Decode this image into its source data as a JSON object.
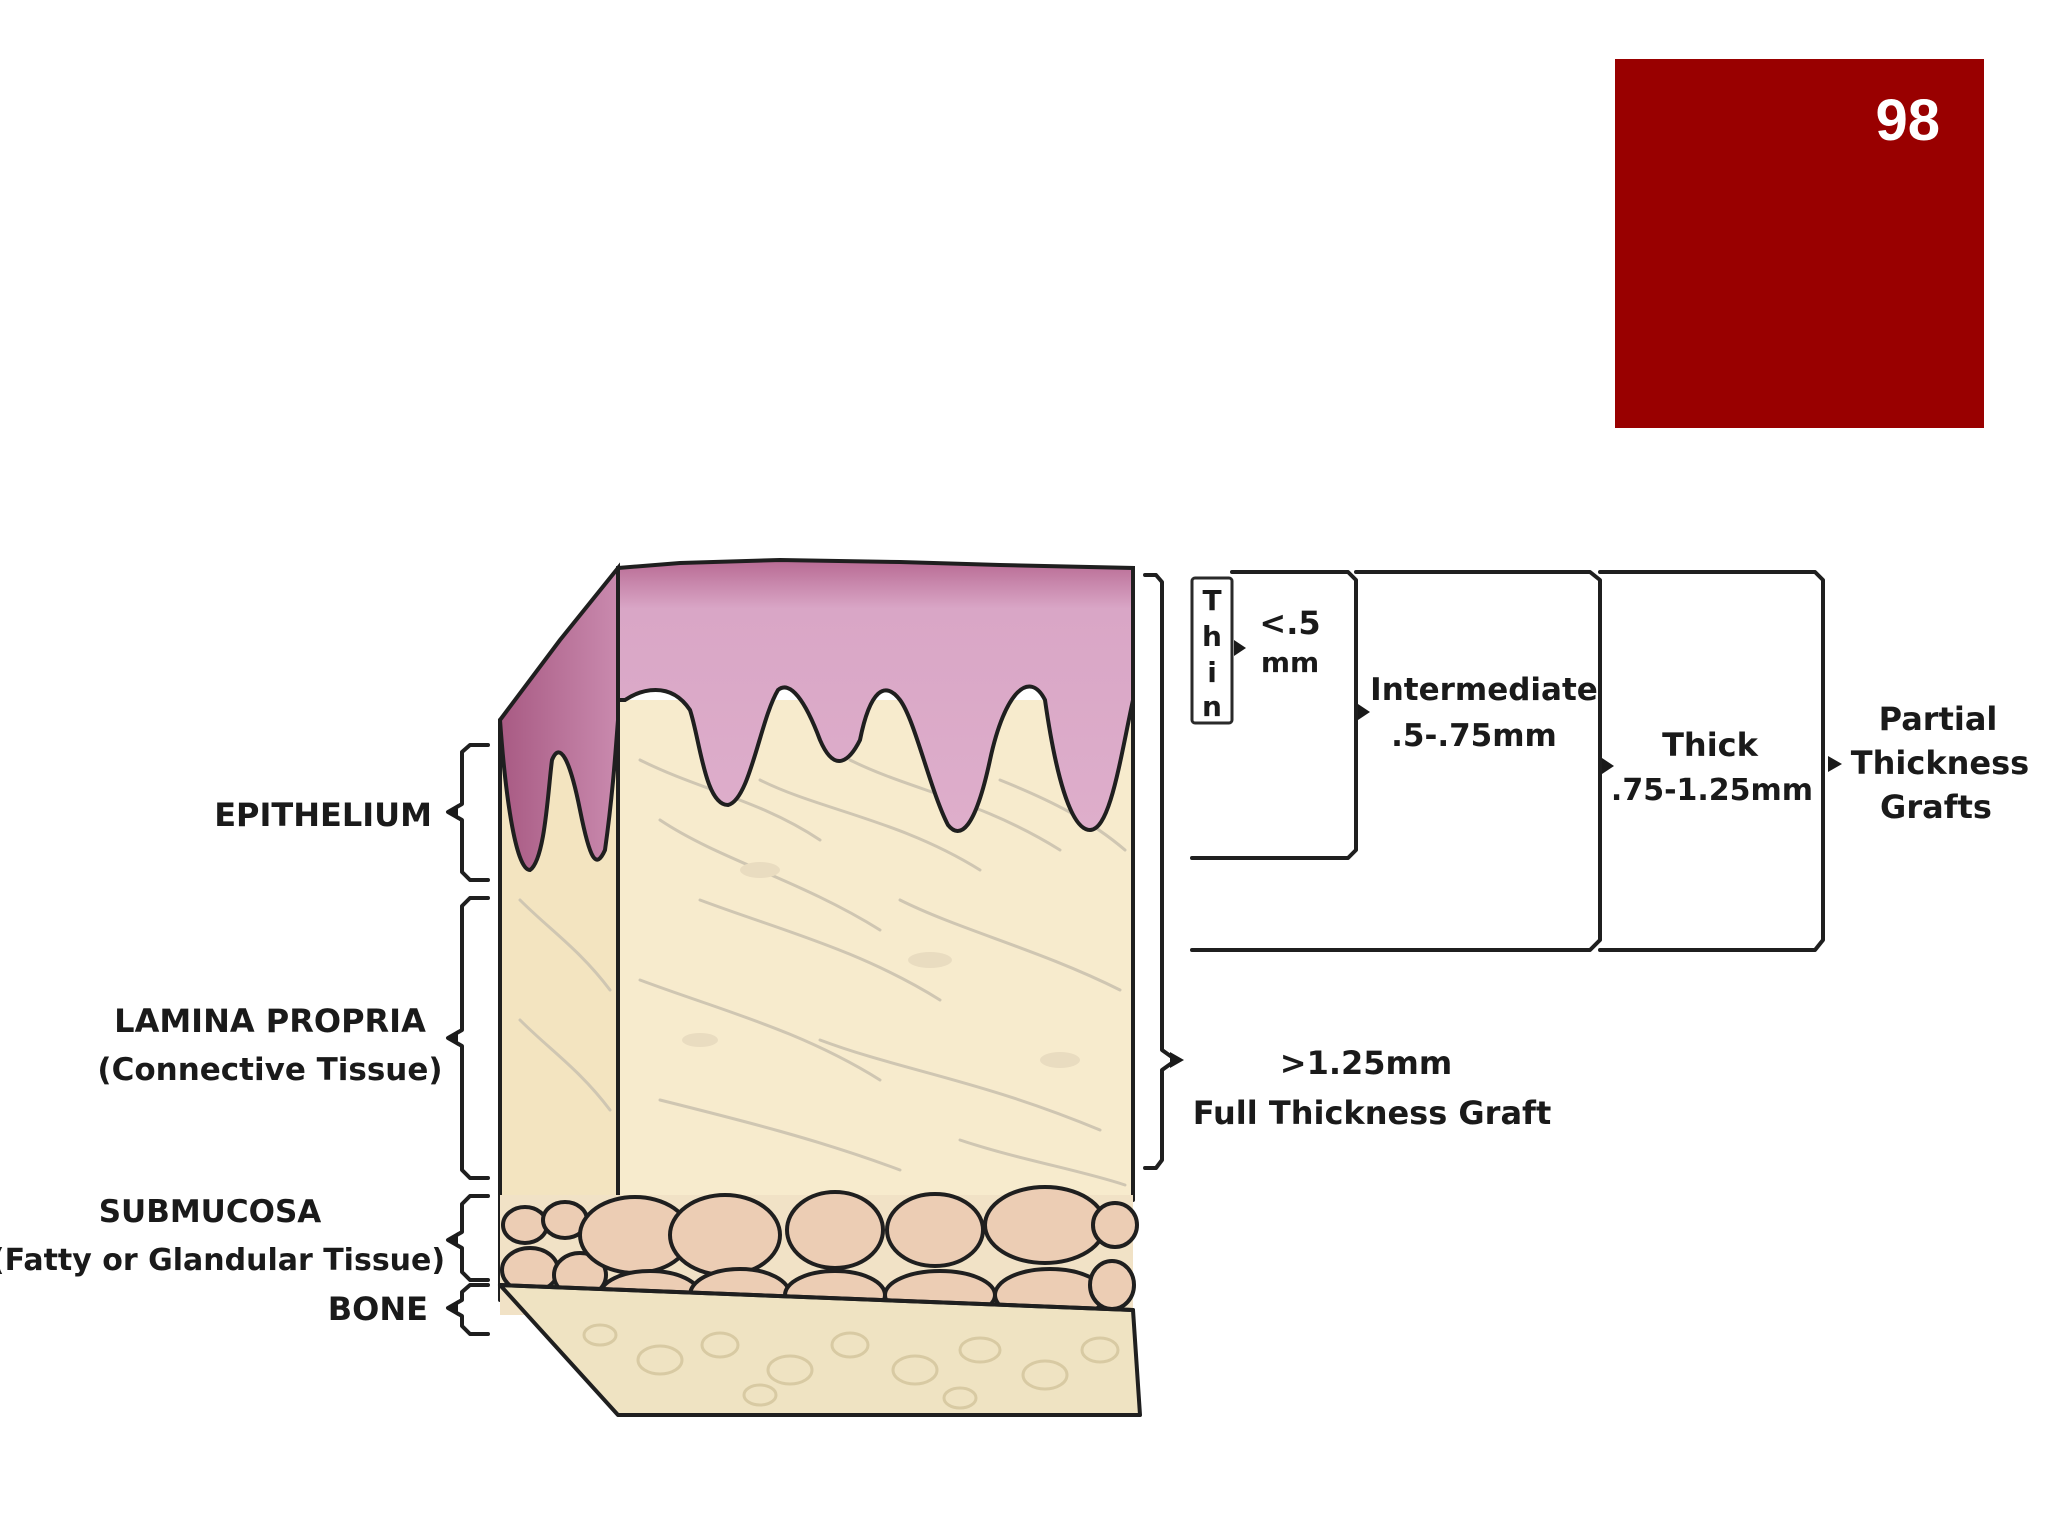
{
  "slide": {
    "number": "98",
    "accent_color": "#990000"
  },
  "diagram": {
    "tissue_labels": {
      "epithelium": "EPITHELIUM",
      "lamina_propria": "LAMINA PROPRIA",
      "lamina_propria_sub": "(Connective Tissue)",
      "submucosa": "SUBMUCOSA",
      "submucosa_sub": "(Fatty or Glandular Tissue)",
      "bone": "BONE"
    },
    "graft_labels": {
      "thin_letters": [
        "T",
        "h",
        "i",
        "n"
      ],
      "thin_value_line1": "<.5",
      "thin_value_line2": "mm",
      "intermediate_line1": "Intermediate",
      "intermediate_line2": ".5-.75mm",
      "thick_line1": "Thick",
      "thick_line2": ".75-1.25mm",
      "partial_line1": "Partial",
      "partial_line2": "Thickness",
      "partial_line3": "Grafts",
      "full_line1": ">1.25mm",
      "full_line2": "Full Thickness Graft"
    },
    "colors": {
      "epithelium": "#d9a6c6",
      "epithelium_edge": "#b46791",
      "connective_tissue": "#f7ebcd",
      "fat_cells": "#eccdb4",
      "bone": "#efe3c2"
    }
  }
}
